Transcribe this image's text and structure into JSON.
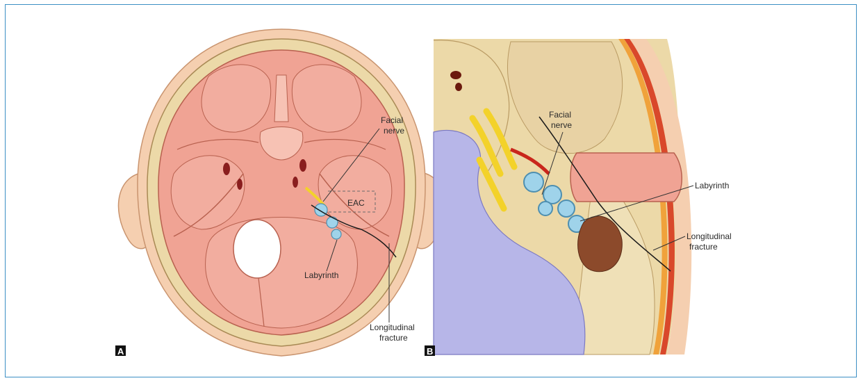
{
  "panels": [
    {
      "letter": "A",
      "labels": {
        "facial_nerve_line1": "Facial",
        "facial_nerve_line2": "nerve",
        "eac": "EAC",
        "labyrinth": "Labyrinth",
        "fracture_line1": "Longitudinal",
        "fracture_line2": "fracture"
      }
    },
    {
      "letter": "B",
      "labels": {
        "facial_nerve_line1": "Facial",
        "facial_nerve_line2": "nerve",
        "labyrinth": "Labyrinth",
        "fracture_line1": "Longitudinal",
        "fracture_line2": "fracture"
      }
    }
  ],
  "colors": {
    "frame_border": "#3b8fc4",
    "brain_pink": "#f0a394",
    "bone_cream": "#ecd9a8",
    "skin": "#f5cfb0",
    "brain_purple": "#b7b6e8",
    "nerve_yellow": "#f3d22a",
    "labyrinth_blue": "#9fd3ea",
    "hematoma_brown": "#8c4a2b"
  }
}
